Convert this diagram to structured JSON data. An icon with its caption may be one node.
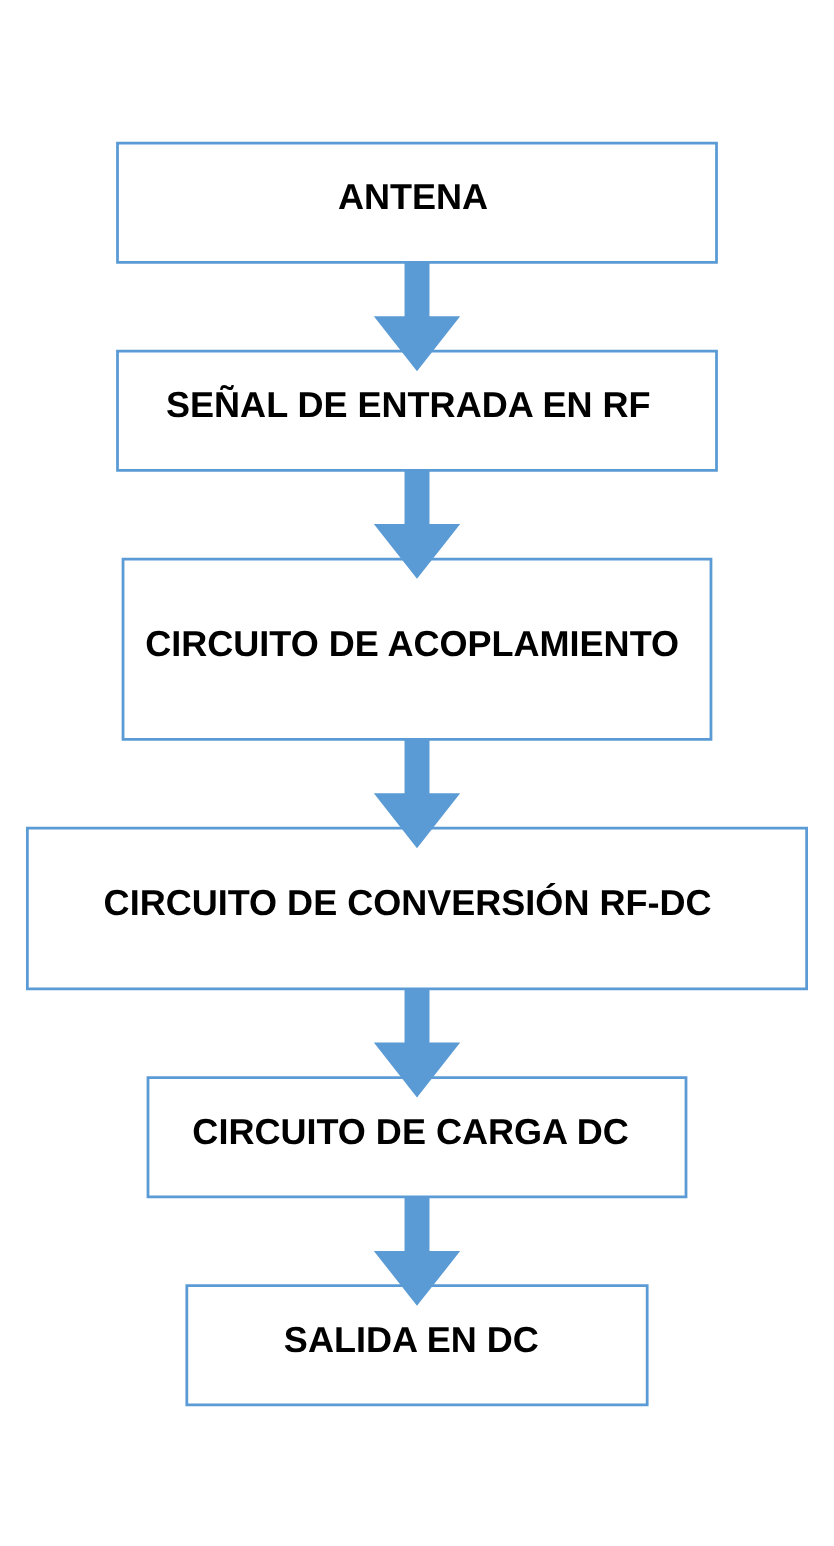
{
  "diagram": {
    "nodes": [
      {
        "text": [
          "ANTENA"
        ]
      },
      {
        "text": [
          "SEÑAL DE ENTRADA EN RF"
        ]
      },
      {
        "text": [
          "CIRCUITO DE ACOPLAMIENTO"
        ]
      },
      {
        "text": [
          "CIRCUITO DE CONVERSIÓN RF-DC"
        ]
      },
      {
        "text": [
          "CIRCUITO DE CARGA DC"
        ]
      },
      {
        "text": [
          "SALIDA EN DC"
        ]
      }
    ],
    "edges": [
      {
        "from": 0,
        "to": 1,
        "arrow": "to"
      },
      {
        "from": 1,
        "to": 2,
        "arrow": "to"
      },
      {
        "from": 2,
        "to": 3,
        "arrow": "to"
      },
      {
        "from": 3,
        "to": 4,
        "arrow": "to"
      },
      {
        "from": 4,
        "to": 5,
        "arrow": "to"
      }
    ]
  }
}
